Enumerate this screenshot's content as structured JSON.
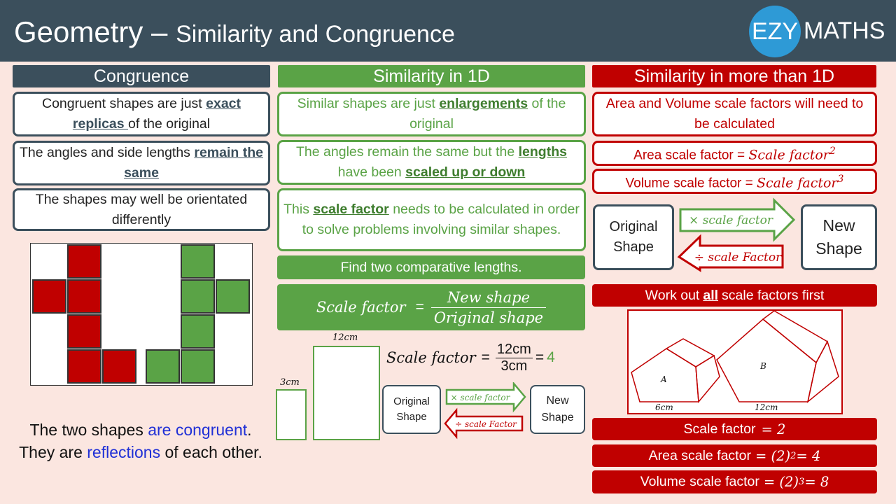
{
  "header": {
    "title_main": "Geometry – ",
    "title_sub": "Similarity and Congruence",
    "logo_ezy": "EZY",
    "logo_maths": "MATHS"
  },
  "congruence": {
    "heading": "Congruence",
    "box1": {
      "pre": "Congruent shapes are just ",
      "bold": "exact replicas ",
      "post": "of the original"
    },
    "box2": {
      "pre": "The angles and side lengths ",
      "bold": "remain the same"
    },
    "box3": "The shapes may well be orientated differently",
    "statement": {
      "l1_pre": "The two shapes ",
      "l1_blue": "are congruent",
      "l1_post": ".",
      "l2_pre": "They are ",
      "l2_blue": "reflections",
      "l2_post": " of each other."
    }
  },
  "similarity1d": {
    "heading": "Similarity in 1D",
    "box1": {
      "pre": "Similar shapes are just ",
      "bold": "enlargements",
      "post": " of the original"
    },
    "box2": {
      "pre": "The angles remain the same but the ",
      "bold1": "lengths",
      "mid": " have been ",
      "bold2": "scaled up or down"
    },
    "box3": {
      "pre": "This ",
      "bold": "scale factor",
      "post": " needs to be calculated in order to solve problems involving similar shapes."
    },
    "find_two": "Find two comparative lengths.",
    "formula_lhs": "Scale factor",
    "formula_eq": "=",
    "formula_num": "New shape",
    "formula_den": "Original shape",
    "example_lhs": "Scale factor",
    "example_num": "12cm",
    "example_den": "3cm",
    "example_eq": "=",
    "example_result": "4",
    "label_small": "3cm",
    "label_big": "12cm",
    "original_shape": "Original Shape",
    "new_shape": "New Shape",
    "times_scale": "× scale factor",
    "div_scale": "÷ scale Factor"
  },
  "similarity_more": {
    "heading": "Similarity in more than 1D",
    "box1": "Area and Volume scale factors will need to be calculated",
    "area_label": "Area scale factor = ",
    "area_formula": "Scale factor",
    "area_exp": "2",
    "volume_label": "Volume scale factor = ",
    "volume_formula": "Scale factor",
    "volume_exp": "3",
    "original_shape": "Original Shape",
    "new_shape": "New Shape",
    "times_scale": "× scale factor",
    "div_scale": "÷ scale Factor",
    "work_out_pre": "Work out ",
    "work_out_bold": "all",
    "work_out_post": " scale factors first",
    "prism_a": "A",
    "prism_b": "B",
    "len_a": "6cm",
    "len_b": "12cm",
    "sf_label": "Scale factor",
    "sf_value": "=  2",
    "area_sf_label": "Area scale factor",
    "area_sf_value": "= (2)",
    "area_sf_exp": "2",
    "area_sf_result": " = 4",
    "vol_sf_label": "Volume scale factor",
    "vol_sf_value": "= (2)",
    "vol_sf_exp": "3",
    "vol_sf_result": " = 8"
  },
  "colors": {
    "dark": "#3b4f5c",
    "green": "#5aa346",
    "red": "#c00000",
    "background": "#fbe6e0",
    "logo_blue": "#2e9ad6"
  }
}
